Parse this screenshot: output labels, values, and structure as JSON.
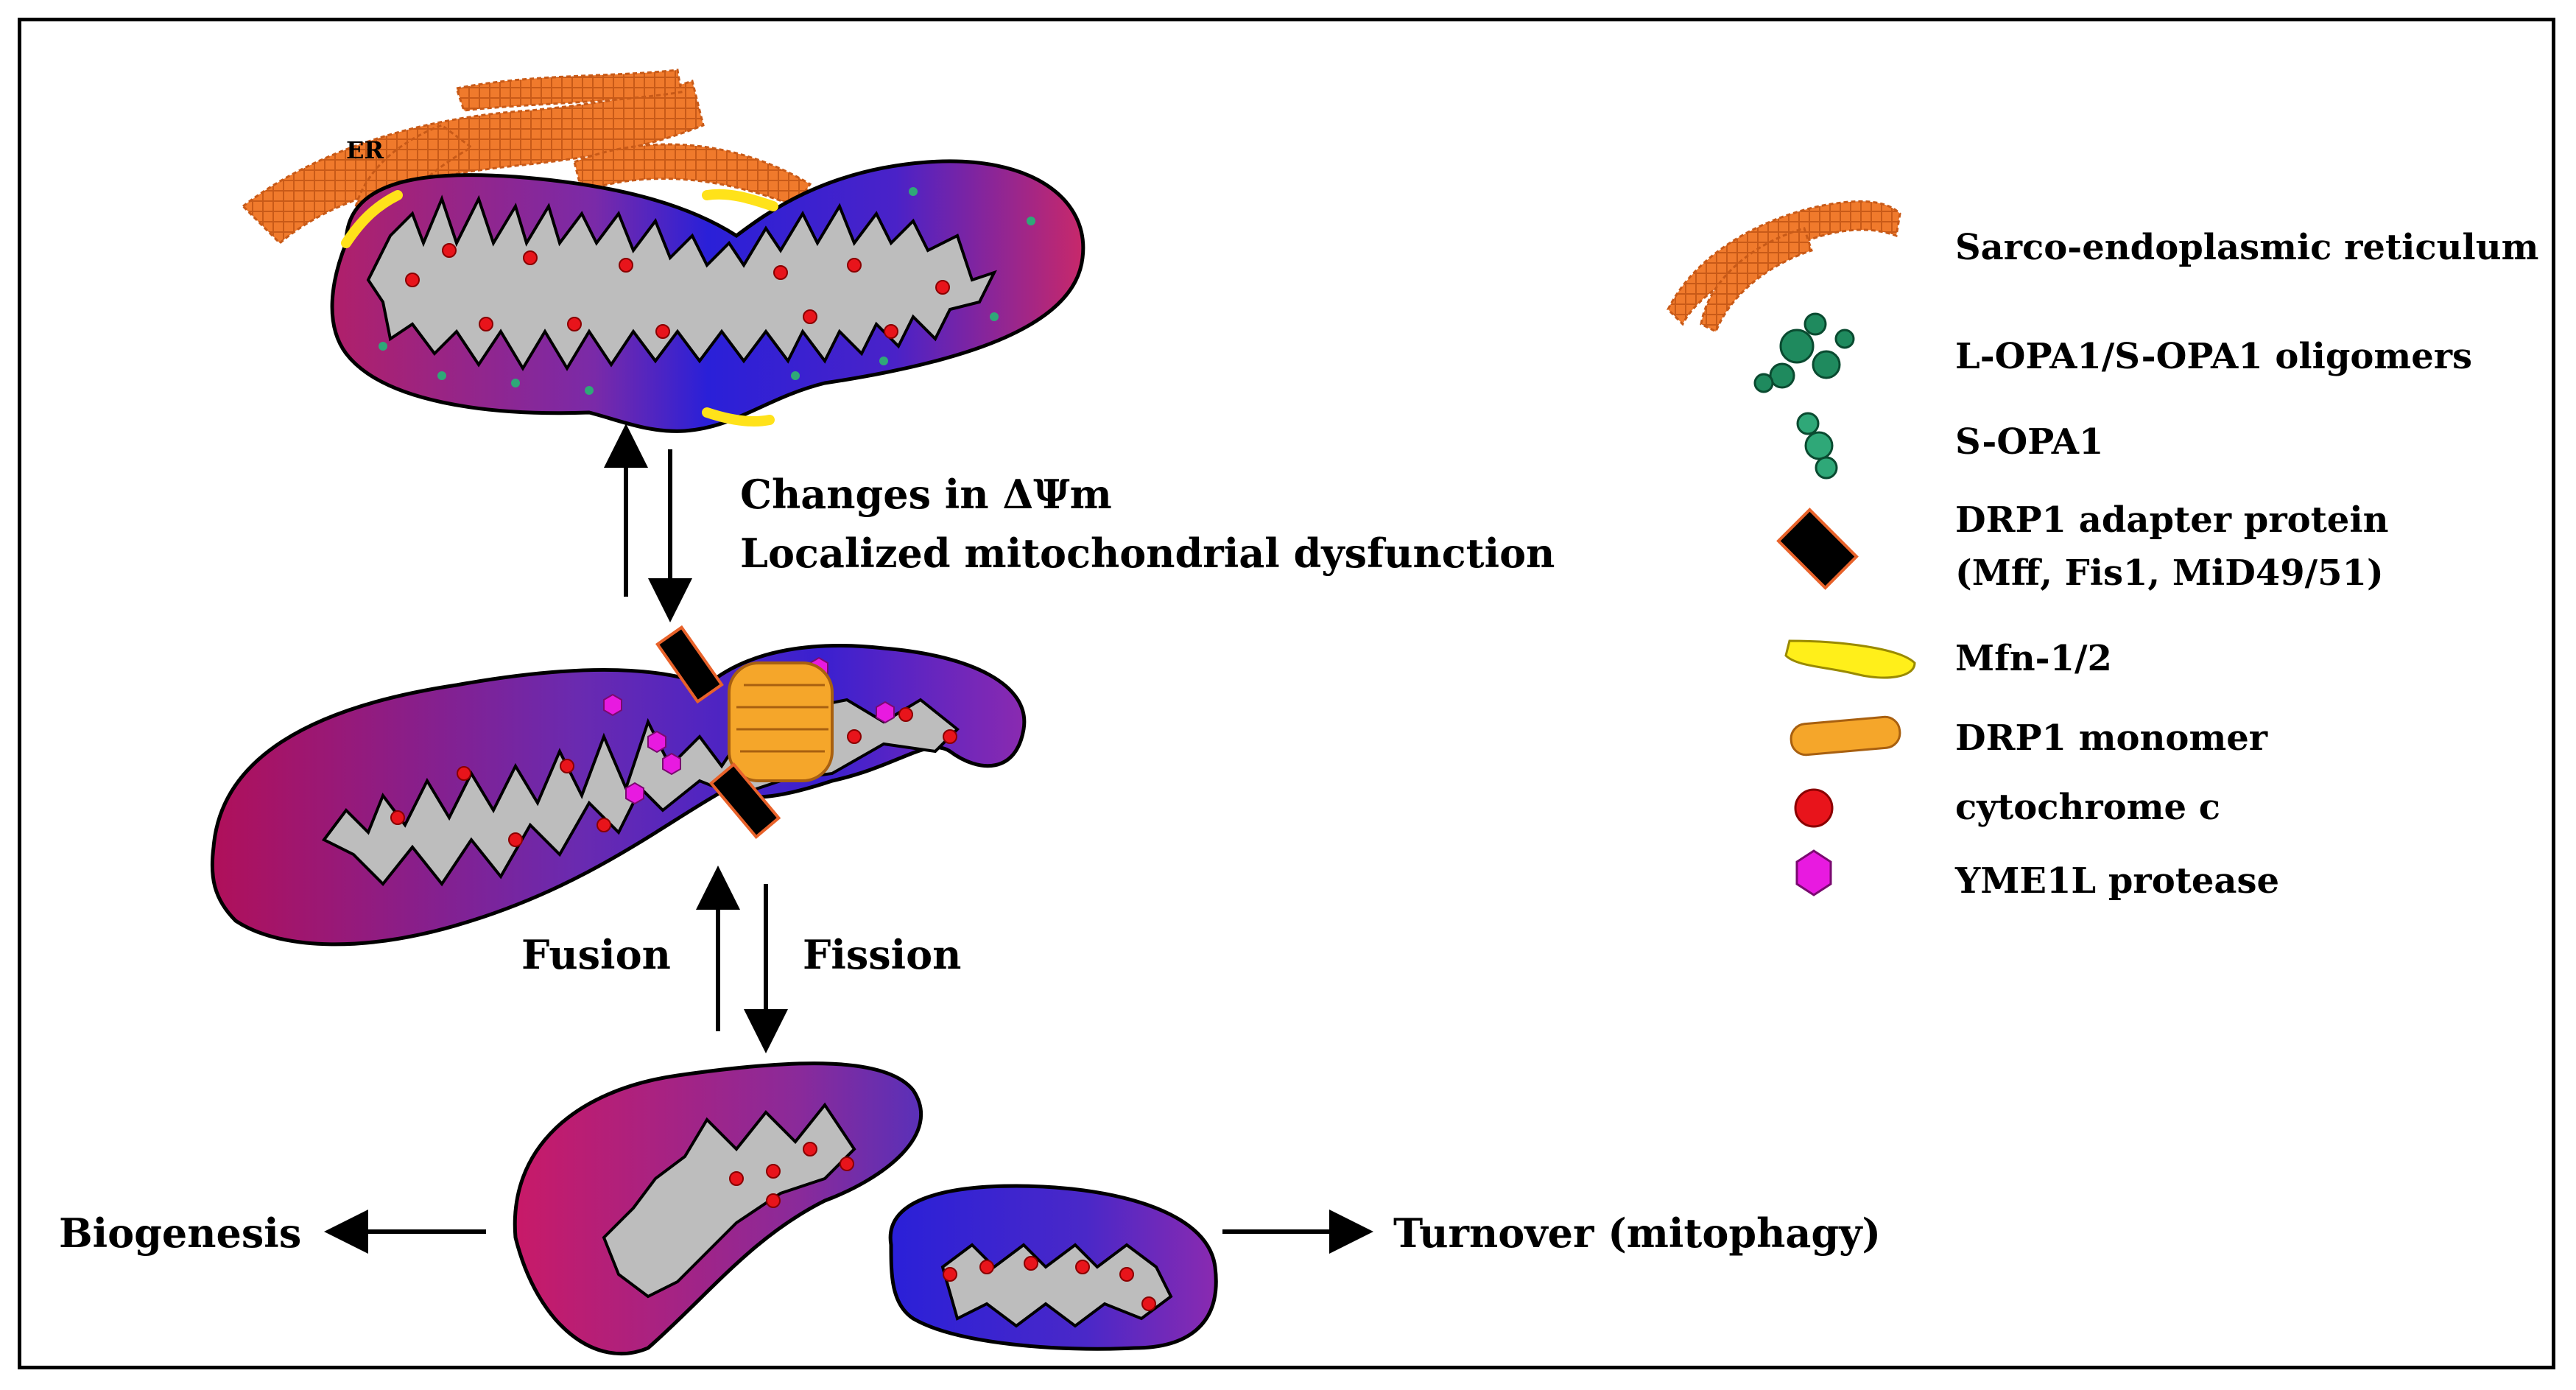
{
  "labels": {
    "er": "ER",
    "changes_line1": "Changes in ΔΨm",
    "changes_line2": "Localized mitochondrial dysfunction",
    "fusion": "Fusion",
    "fission": "Fission",
    "biogenesis": "Biogenesis",
    "turnover": "Turnover (mitophagy)"
  },
  "legend": [
    {
      "id": "er",
      "label": "Sarco-endoplasmic reticulum"
    },
    {
      "id": "opa1-oligomers",
      "label": "L-OPA1/S-OPA1 oligomers"
    },
    {
      "id": "s-opa1",
      "label": "S-OPA1"
    },
    {
      "id": "drp1-adapter",
      "label": "DRP1 adapter protein",
      "label2": "(Mff, Fis1, MiD49/51)"
    },
    {
      "id": "mfn",
      "label": "Mfn-1/2"
    },
    {
      "id": "drp1-monomer",
      "label": "DRP1 monomer"
    },
    {
      "id": "cytochrome-c",
      "label": "cytochrome c"
    },
    {
      "id": "yme1l",
      "label": "YME1L protease"
    }
  ],
  "colors": {
    "er": "#f07a2c",
    "opa1_oligomer": "#1f8a5e",
    "s_opa1": "#2fa878",
    "drp1_adapter": "#000000",
    "drp1_adapter_border": "#e8622a",
    "mfn": "#ffef1a",
    "drp1_monomer": "#f5a62a",
    "cytochrome_c": "#e8141b",
    "yme1l": "#e81ae0",
    "matrix": "#bdbdbd",
    "membrane_magenta": "#b0206a",
    "membrane_purple": "#7a2aa8",
    "membrane_blue": "#2a20d8"
  }
}
